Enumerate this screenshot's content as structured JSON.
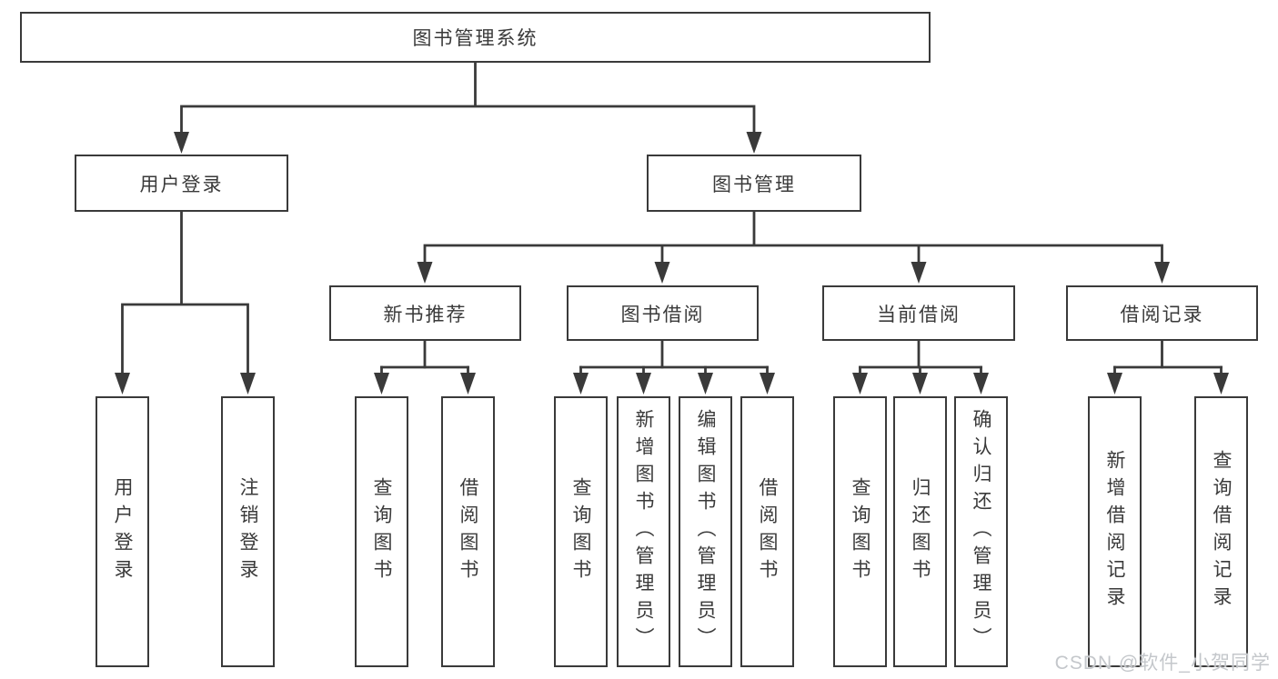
{
  "diagram": {
    "root": {
      "label": "图书管理系统"
    },
    "branches": [
      {
        "label": "用户登录",
        "children": [
          {
            "label": "用户登录"
          },
          {
            "label": "注销登录"
          }
        ]
      },
      {
        "label": "图书管理",
        "children": [
          {
            "label": "新书推荐",
            "children": [
              {
                "label": "查询图书"
              },
              {
                "label": "借阅图书"
              }
            ]
          },
          {
            "label": "图书借阅",
            "children": [
              {
                "label": "查询图书"
              },
              {
                "label": "新增图书（管理员）"
              },
              {
                "label": "编辑图书（管理员）"
              },
              {
                "label": "借阅图书"
              }
            ]
          },
          {
            "label": "当前借阅",
            "children": [
              {
                "label": "查询图书"
              },
              {
                "label": "归还图书"
              },
              {
                "label": "确认归还（管理员）"
              }
            ]
          },
          {
            "label": "借阅记录",
            "children": [
              {
                "label": "新增借阅记录"
              },
              {
                "label": "查询借阅记录"
              }
            ]
          }
        ]
      }
    ]
  },
  "watermark": {
    "text": "CSDN @软件_小贺同学"
  },
  "colors": {
    "line": "#3a3a3a",
    "box_border": "#3a3a3a",
    "background": "#ffffff",
    "watermark_text": "#c4c7cb"
  }
}
